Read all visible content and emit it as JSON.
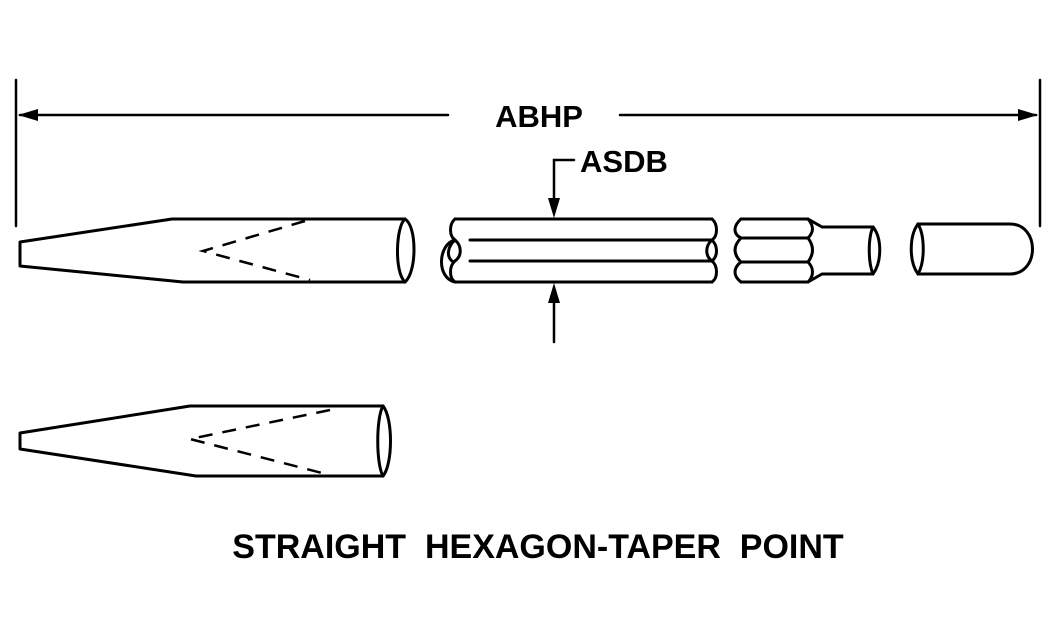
{
  "labels": {
    "overall_length": "ABHP",
    "hex_size": "ASDB",
    "caption": "STRAIGHT  HEXAGON-TAPER  POINT"
  }
}
